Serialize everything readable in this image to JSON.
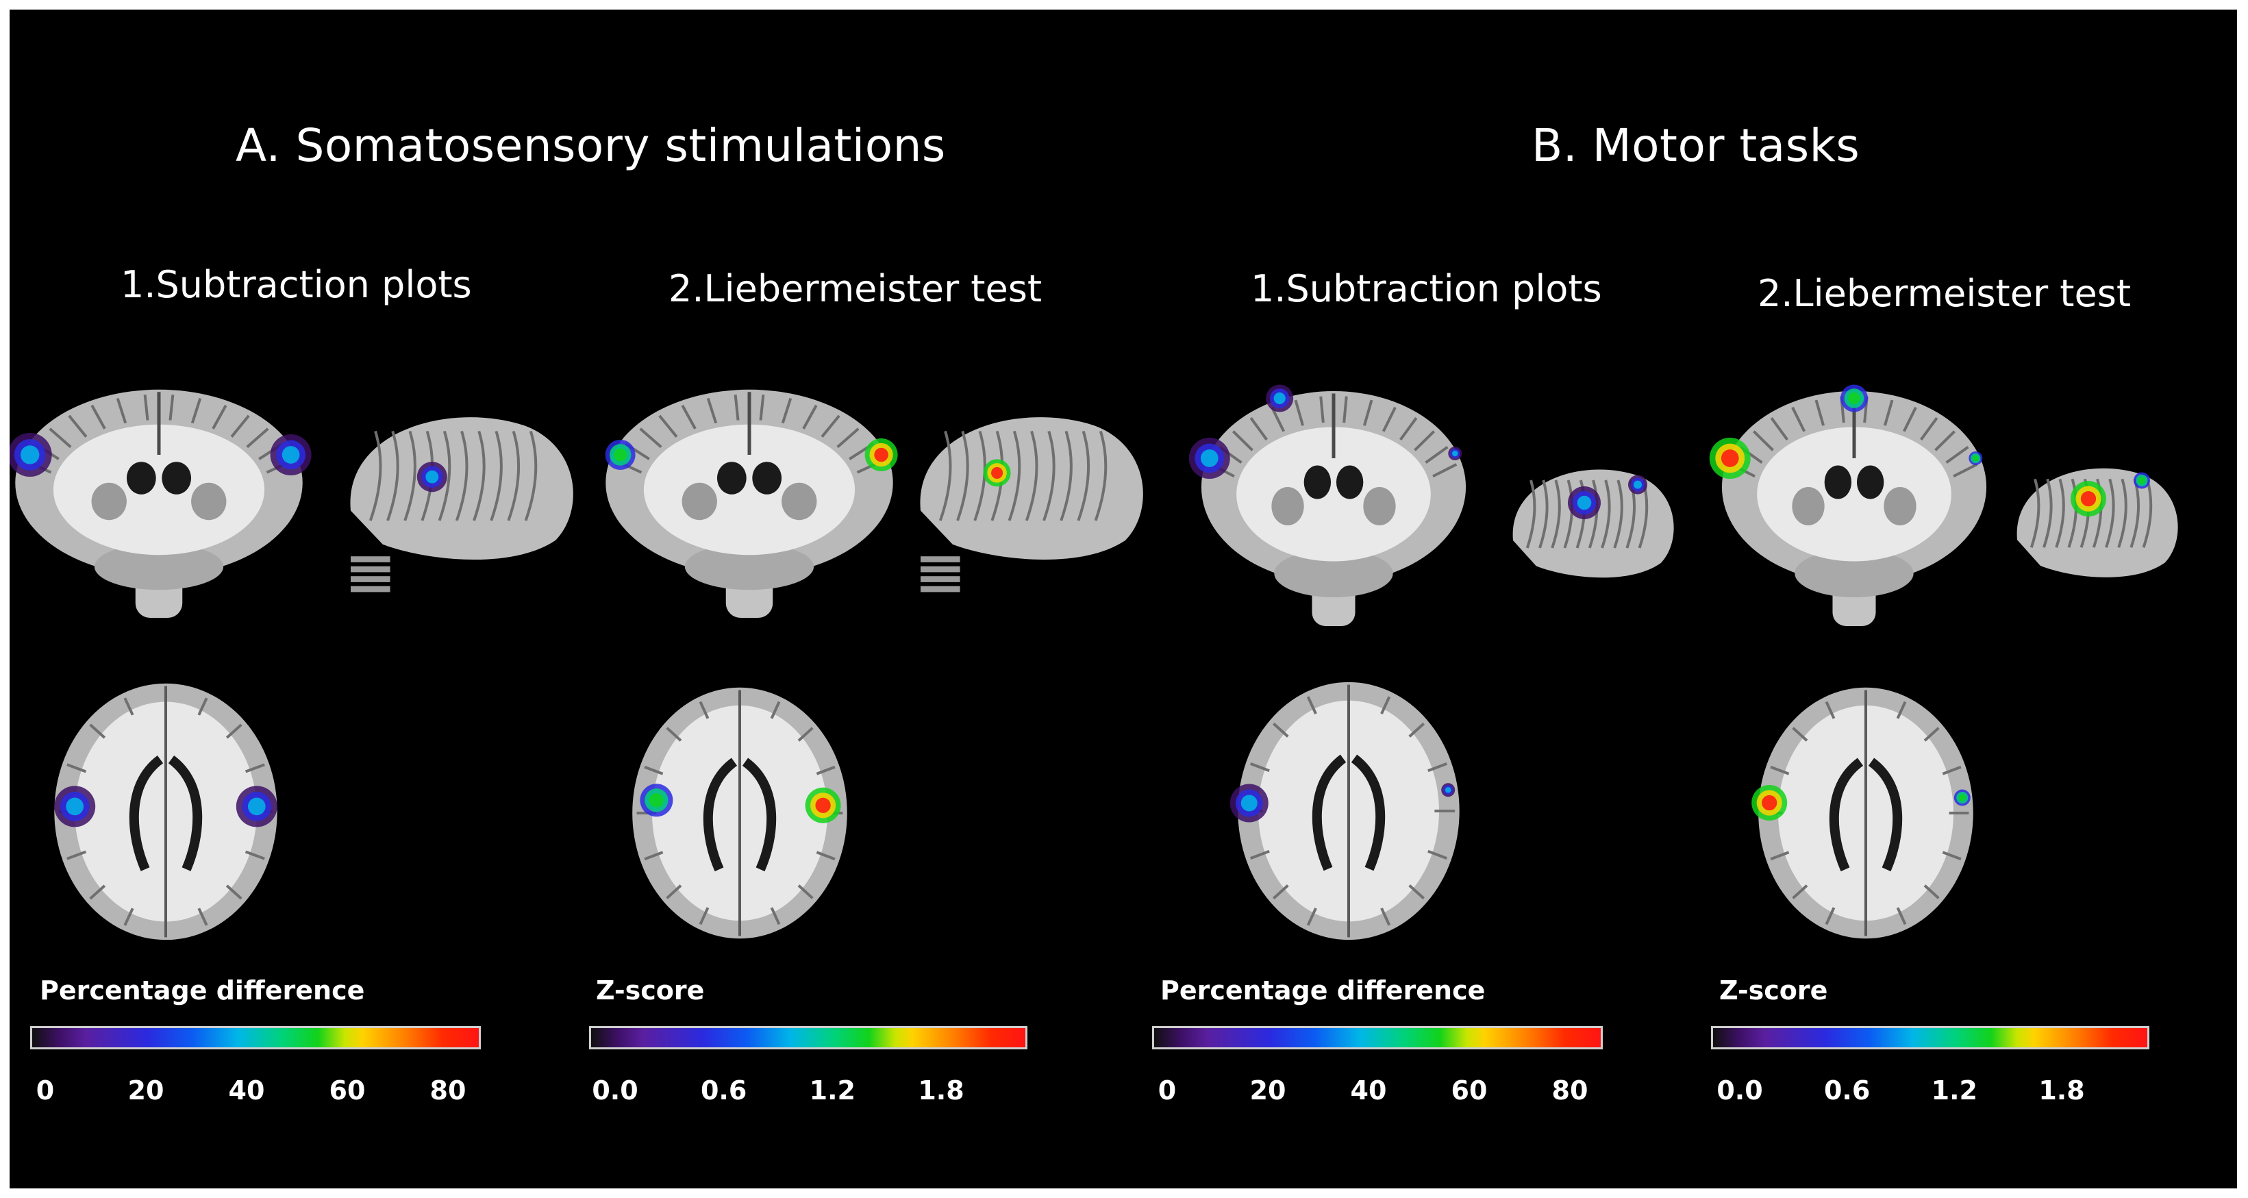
{
  "sections": [
    {
      "title": "A. Somatosensory stimulations",
      "panels": [
        {
          "title": "1.Subtraction plots",
          "colorbar_label": "Percentage difference",
          "ticks": [
            "0",
            "20",
            "40",
            "60",
            "80"
          ]
        },
        {
          "title": "2.Liebermeister test",
          "colorbar_label": "Z-score",
          "ticks": [
            "0.0",
            "0.6",
            "1.2",
            "1.8"
          ]
        }
      ]
    },
    {
      "title": "B. Motor tasks",
      "panels": [
        {
          "title": "1.Subtraction plots",
          "colorbar_label": "Percentage difference",
          "ticks": [
            "0",
            "20",
            "40",
            "60",
            "80"
          ]
        },
        {
          "title": "2.Liebermeister test",
          "colorbar_label": "Z-score",
          "ticks": [
            "0.0",
            "0.6",
            "1.2",
            "1.8"
          ]
        }
      ]
    }
  ],
  "colors": {
    "background": "#000000",
    "frame": "#ffffff",
    "colormap": [
      "#3d1065",
      "#2a2be0",
      "#00b6e8",
      "#12d21a",
      "#ffd200",
      "#ff1414"
    ]
  }
}
